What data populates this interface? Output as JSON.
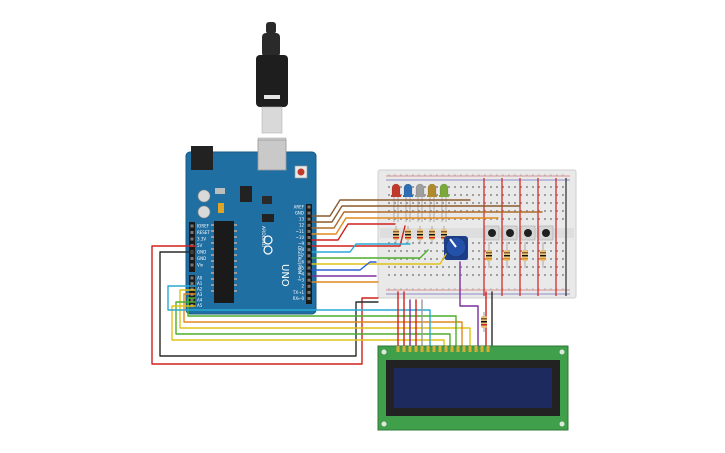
{
  "board": {
    "model": "UNO",
    "maker": "ARDUINO",
    "digital_header_label": "DIGITAL (PWM ~)",
    "power_header_labels": [
      "IOREF",
      "RESET",
      "3.3V",
      "5V",
      "GND",
      "GND",
      "Vin"
    ],
    "analog_header_labels": [
      "A0",
      "A1",
      "A2",
      "A3",
      "A4",
      "A5"
    ],
    "analog_group_label": "ANALOG IN",
    "digital_pin_labels": [
      "AREF",
      "GND",
      "13",
      "12",
      "~11",
      "~10",
      "~9",
      "8",
      "7",
      "~6",
      "~5",
      "4",
      "~3",
      "2",
      "TX→1",
      "RX←0"
    ]
  },
  "leds": {
    "colors": [
      "#c0392b",
      "#2e6eb5",
      "#9e9e9e",
      "#b08a2e",
      "#7aa83a"
    ]
  },
  "wire_colors": {
    "red": "#d0201c",
    "black": "#2a2a2a",
    "orange": "#e08a1e",
    "yellow": "#e0c21a",
    "green": "#4caf2a",
    "cyan": "#29a9d6",
    "purple": "#7a2e9e",
    "brown": "#8a5a2e",
    "gray": "#9a9a9a",
    "blue": "#2e5fd6"
  },
  "lcd": {
    "pcb_color": "#3f9f4a",
    "screen_color": "#1d2a5e"
  }
}
